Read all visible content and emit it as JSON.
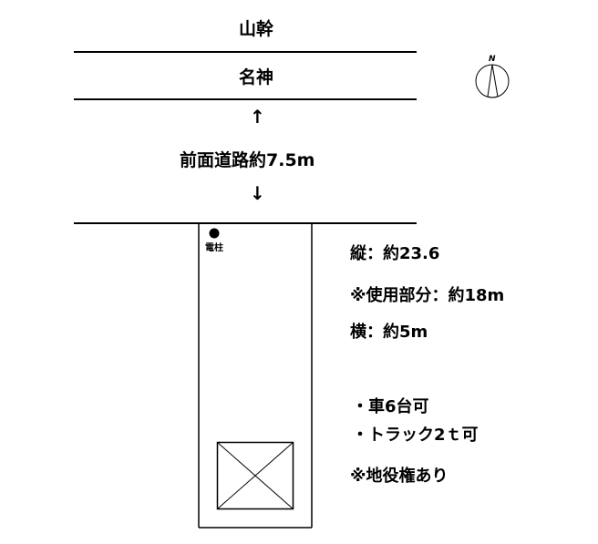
{
  "roads": {
    "upper_road_label": "山幹",
    "lower_road_label": "名神",
    "front_road": {
      "up_arrow": "↑",
      "label": "前面道路約7.5m",
      "down_arrow": "↓"
    }
  },
  "compass": {
    "north_label": "N"
  },
  "lot": {
    "utility_pole_label": "電柱"
  },
  "info": {
    "length": "縦：約23.6",
    "usable_part": "※使用部分：約18m",
    "width": "横：約5m",
    "features": [
      "・車6台可",
      "・トラック2ｔ可"
    ],
    "note": "※地役権あり"
  },
  "colors": {
    "line": "#000000",
    "background": "#ffffff"
  }
}
